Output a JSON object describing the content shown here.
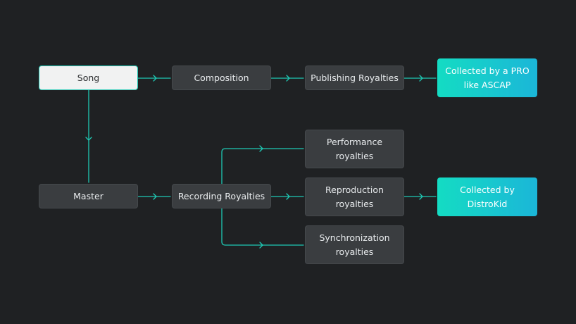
{
  "diagram": {
    "colors": {
      "background": "#1f2123",
      "node_fill": "#3a3d40",
      "start_fill": "#f1f2f2",
      "accent": "#1fc9b4",
      "collector_gradient_start": "#14dcc3",
      "collector_gradient_end": "#1bb6d8"
    },
    "nodes": {
      "song": "Song",
      "composition": "Composition",
      "publishing": "Publishing Royalties",
      "pro": "Collected by a PRO\nlike ASCAP",
      "master": "Master",
      "recording": "Recording Royalties",
      "performance": "Performance\nroyalties",
      "reproduction": "Reproduction\nroyalties",
      "synchronization": "Synchronization\nroyalties",
      "distrokid": "Collected by\nDistroKid"
    },
    "edges": [
      {
        "from": "song",
        "to": "composition"
      },
      {
        "from": "composition",
        "to": "publishing"
      },
      {
        "from": "publishing",
        "to": "pro"
      },
      {
        "from": "song",
        "to": "master"
      },
      {
        "from": "master",
        "to": "recording"
      },
      {
        "from": "recording",
        "to": "performance"
      },
      {
        "from": "recording",
        "to": "reproduction"
      },
      {
        "from": "recording",
        "to": "synchronization"
      },
      {
        "from": "reproduction",
        "to": "distrokid"
      }
    ]
  }
}
